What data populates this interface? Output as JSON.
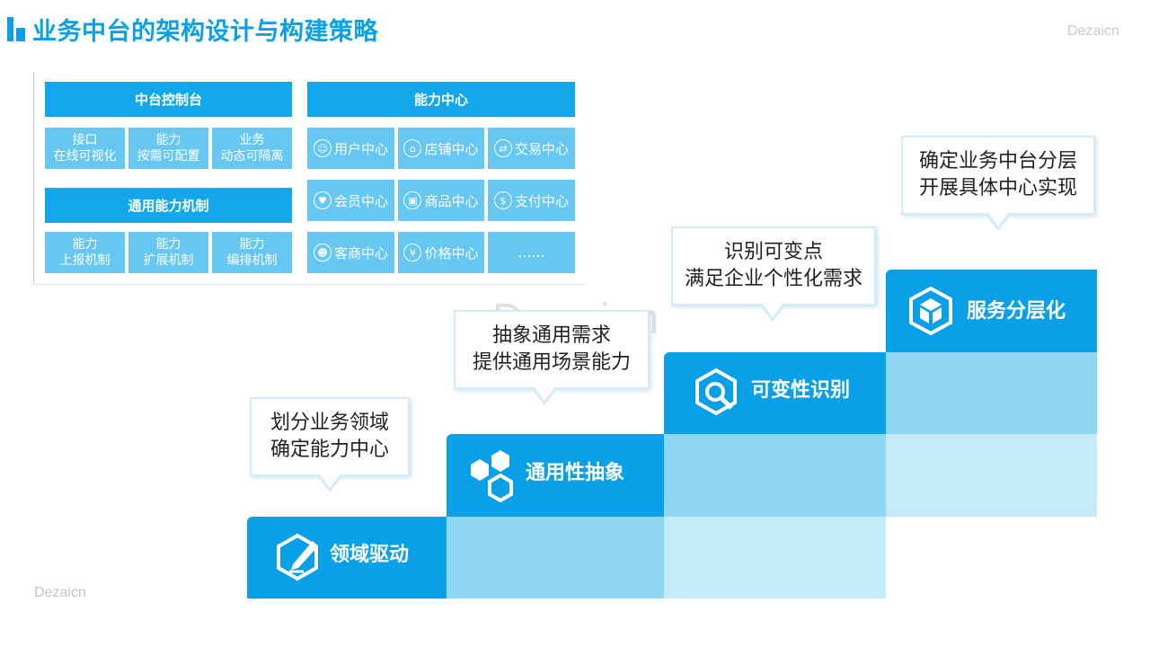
{
  "header": {
    "title": "业务中台的架构设计与构建策略",
    "brand": "Dezaicn"
  },
  "footer": {
    "brand": "Dezaicn"
  },
  "watermark": "Dezaicn",
  "left_panel": {
    "console": {
      "title": "中台控制台",
      "items": [
        {
          "line1": "接口",
          "line2": "在线可视化"
        },
        {
          "line1": "能力",
          "line2": "按需可配置"
        },
        {
          "line1": "业务",
          "line2": "动态可隔离"
        }
      ]
    },
    "mechanism": {
      "title": "通用能力机制",
      "items": [
        {
          "line1": "能力",
          "line2": "上报机制"
        },
        {
          "line1": "能力",
          "line2": "扩展机制"
        },
        {
          "line1": "能力",
          "line2": "编排机制"
        }
      ]
    },
    "capability": {
      "title": "能力中心",
      "items": [
        {
          "icon": "user-icon",
          "glyph": "☺",
          "label": "用户中心"
        },
        {
          "icon": "store-icon",
          "glyph": "⌂",
          "label": "店铺中心"
        },
        {
          "icon": "exchange-icon",
          "glyph": "⇄",
          "label": "交易中心"
        },
        {
          "icon": "member-icon",
          "glyph": "♥",
          "label": "会员中心"
        },
        {
          "icon": "goods-icon",
          "glyph": "▣",
          "label": "商品中心"
        },
        {
          "icon": "payment-icon",
          "glyph": "$",
          "label": "支付中心"
        },
        {
          "icon": "customer-icon",
          "glyph": "☻",
          "label": "客商中心"
        },
        {
          "icon": "price-icon",
          "glyph": "¥",
          "label": "价格中心"
        },
        {
          "icon": "",
          "glyph": "",
          "label": "……"
        }
      ]
    }
  },
  "steps": [
    {
      "icon": "edit-icon",
      "label": "领域驱动",
      "bubble": [
        "划分业务领域",
        "确定能力中心"
      ]
    },
    {
      "icon": "hexagon-icon",
      "label": "通用性抽象",
      "bubble": [
        "抽象通用需求",
        "提供通用场景能力"
      ]
    },
    {
      "icon": "search-icon",
      "label": "可变性识别",
      "bubble": [
        "识别可变点",
        "满足企业个性化需求"
      ]
    },
    {
      "icon": "cube-icon",
      "label": "服务分层化",
      "bubble": [
        "确定业务中台分层",
        "开展具体中心实现"
      ]
    }
  ],
  "colors": {
    "primary": "#0aa0e8",
    "cell": "#66c7f2",
    "light1": "#8fd6f5",
    "light2": "#c5eaf9"
  }
}
